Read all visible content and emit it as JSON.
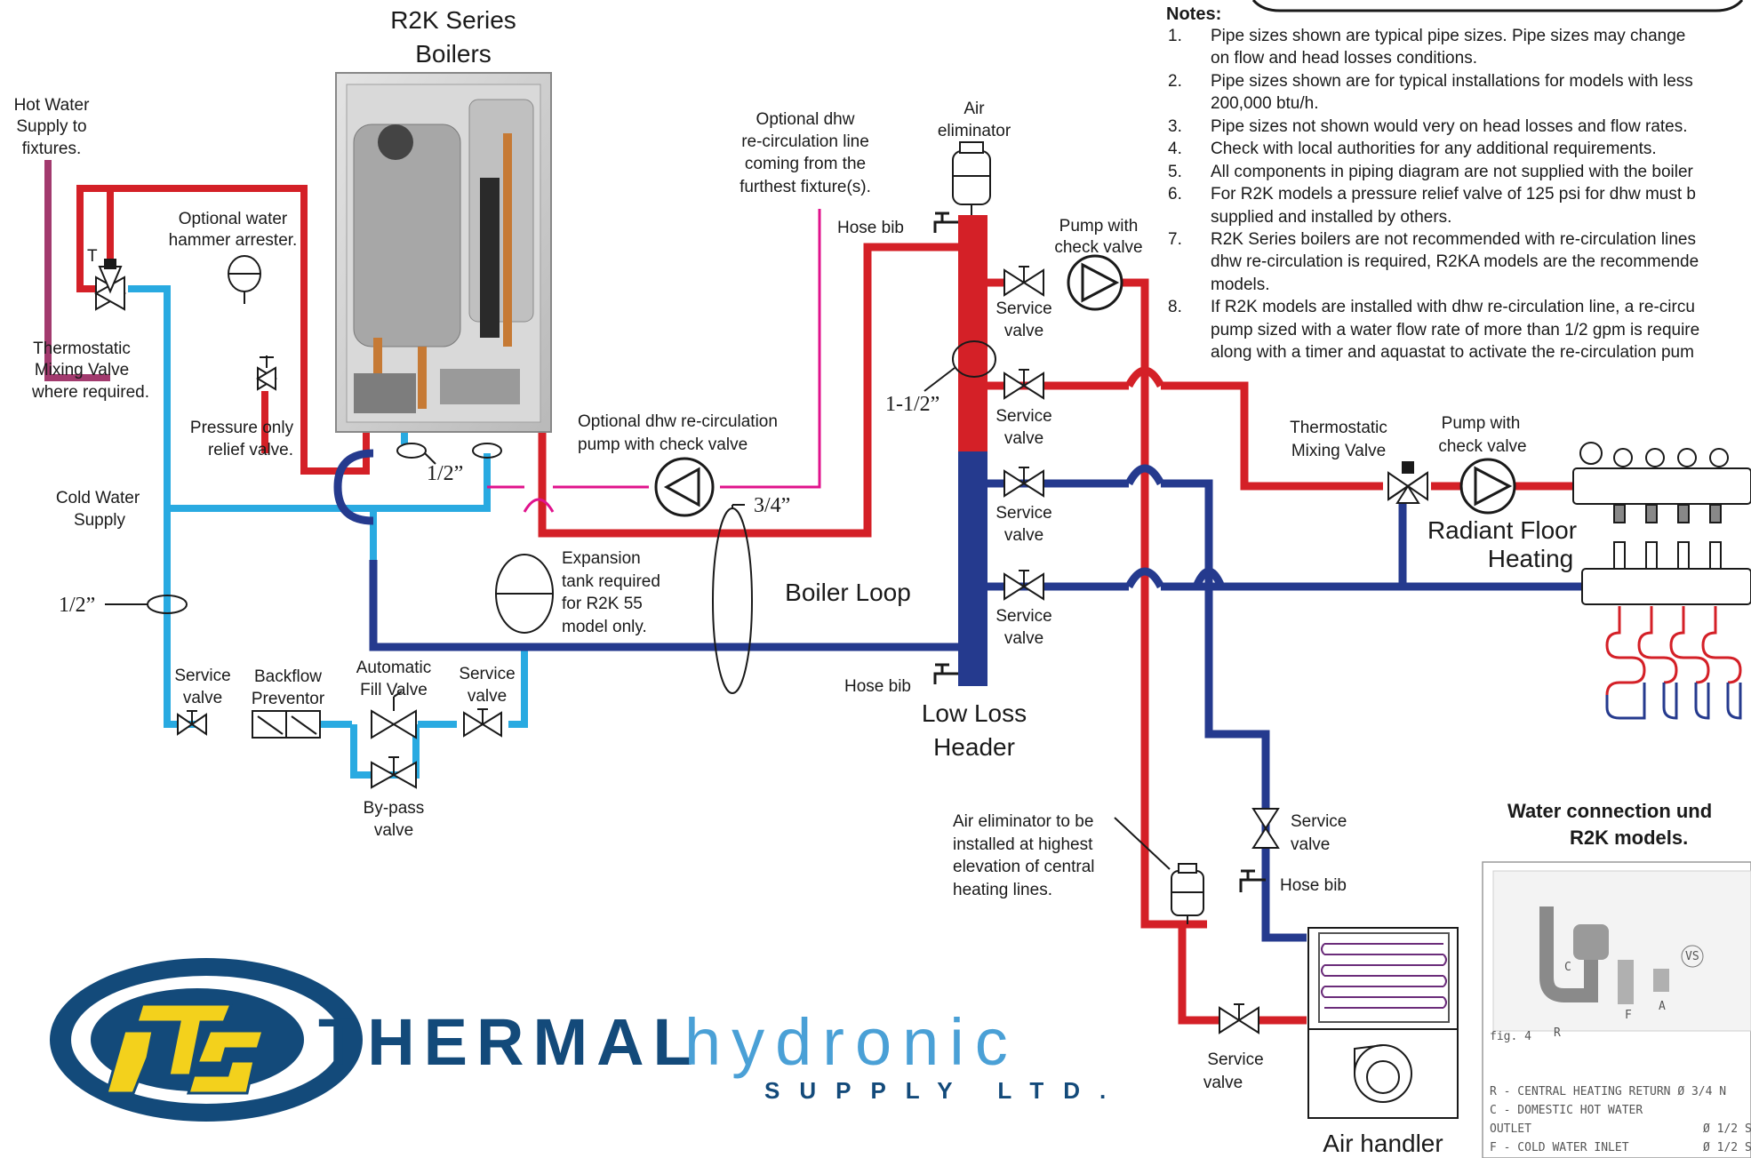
{
  "boiler": {
    "title_line1": "R2K Series",
    "title_line2": "Boilers"
  },
  "left_labels": {
    "hot_water_1": "Hot Water",
    "hot_water_2": "Supply to",
    "hot_water_3": "fixtures.",
    "mixing_t": "T",
    "mixing_1": "Thermostatic",
    "mixing_2": "Mixing Valve",
    "mixing_3": "where required.",
    "arrester_1": "Optional water",
    "arrester_2": "hammer arrester.",
    "relief_1": "Pressure only",
    "relief_2": "relief valve.",
    "cold_1": "Cold Water",
    "cold_2": "Supply",
    "cold_size": "1/2”",
    "boiler_size": "1/2”"
  },
  "fill_train": {
    "service1_1": "Service",
    "service1_2": "valve",
    "backflow_1": "Backflow",
    "backflow_2": "Preventor",
    "autofill_1": "Automatic",
    "autofill_2": "Fill Valve",
    "service2_1": "Service",
    "service2_2": "valve",
    "bypass_1": "By-pass",
    "bypass_2": "valve"
  },
  "middle_labels": {
    "recirc_pump_1": "Optional dhw re-circulation",
    "recirc_pump_2": "pump with check valve",
    "recirc_line_1": "Optional dhw",
    "recirc_line_2": "re-circulation line",
    "recirc_line_3": "coming from the",
    "recirc_line_4": "furthest fixture(s).",
    "size_34": "3/4”",
    "expansion_1": "Expansion",
    "expansion_2": "tank required",
    "expansion_3": "for R2K 55",
    "expansion_4": "model only.",
    "boiler_loop": "Boiler Loop"
  },
  "header": {
    "air_elim_1": "Air",
    "air_elim_2": "eliminator",
    "hose_bib_top": "Hose bib",
    "hose_bib_bottom": "Hose bib",
    "size": "1-1/2”",
    "title_1": "Low Loss",
    "title_2": "Header",
    "pump_1": "Pump with",
    "pump_2": "check valve",
    "sv1_1": "Service",
    "sv1_2": "valve",
    "sv2_1": "Service",
    "sv2_2": "valve",
    "sv3_1": "Service",
    "sv3_2": "valve",
    "sv4_1": "Service",
    "sv4_2": "valve"
  },
  "radiant": {
    "tmv_1": "Thermostatic",
    "tmv_2": "Mixing Valve",
    "pump_1": "Pump with",
    "pump_2": "check valve",
    "title_1": "Radiant Floor",
    "title_2": "Heating"
  },
  "air_handler": {
    "elim_1": "Air eliminator to be",
    "elim_2": "installed at highest",
    "elim_3": "elevation of central",
    "elim_4": "heating lines.",
    "sv_top_1": "Service",
    "sv_top_2": "valve",
    "hose_bib": "Hose bib",
    "sv_bottom_1": "Service",
    "sv_bottom_2": "valve",
    "title": "Air handler"
  },
  "notes": {
    "title": "Notes:",
    "items": [
      {
        "num": "1.",
        "l1": "Pipe sizes shown are typical pipe sizes.  Pipe sizes may change",
        "l2": "on flow and head losses conditions."
      },
      {
        "num": "2.",
        "l1": "Pipe sizes shown are for typical installations for models with less",
        "l2": "200,000 btu/h."
      },
      {
        "num": "3.",
        "l1": "Pipe sizes not shown would very on head losses and flow rates.",
        "l2": ""
      },
      {
        "num": "4.",
        "l1": "Check with local authorities for any additional requirements.",
        "l2": ""
      },
      {
        "num": "5.",
        "l1": "All components in piping diagram are not supplied with the boiler",
        "l2": ""
      },
      {
        "num": "6.",
        "l1": "For R2K models a pressure relief valve of 125 psi for dhw must b",
        "l2": "supplied and installed by others."
      },
      {
        "num": "7.",
        "l1": "R2K Series boilers are not recommended with re-circulation lines",
        "l2": "dhw re-circulation is required, R2KA models are the recommende",
        "l3": "models."
      },
      {
        "num": "8.",
        "l1": "If R2K models are installed with dhw re-circulation line, a re-circu",
        "l2": "pump sized with a water flow rate of more than 1/2 gpm is require",
        "l3": "along with a timer and aquastat to activate the re-circulation pum"
      }
    ]
  },
  "water_connection": {
    "title_1": "Water connection und",
    "title_2": "R2K models.",
    "fig": "fig. 4",
    "lbl_c": "C",
    "lbl_r": "R",
    "lbl_f": "F",
    "lbl_a": "A",
    "lbl_vs": "VS",
    "legend_r": "R - CENTRAL HEATING RETURN  Ø 3/4  N",
    "legend_c1": "C - DOMESTIC HOT WATER",
    "legend_c2": "    OUTLET",
    "legend_c2_size": "Ø 1/2  S",
    "legend_f": "F - COLD WATER INLET",
    "legend_f_size": "Ø 1/2  S"
  },
  "logo": {
    "main": "THERMAL",
    "accent": "hydronic",
    "sub": "SUPPLY LTD."
  },
  "colors": {
    "hot": "#d42027",
    "cold": "#29aae1",
    "loop": "#253a8e",
    "recirc": "#e0138c",
    "supply": "#a23a6e"
  }
}
